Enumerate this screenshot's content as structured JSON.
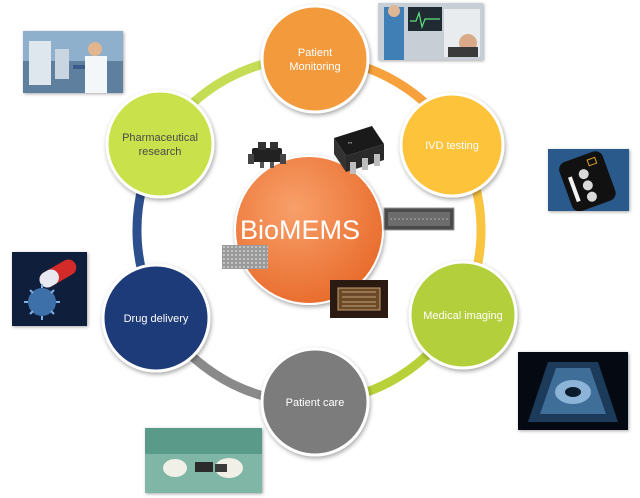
{
  "diagram": {
    "center": {
      "label": "BioMEMS",
      "color": "#ee7d3a"
    },
    "nodes": [
      {
        "label_lines": [
          "Patient",
          "Monitoring"
        ],
        "color": "#f39a3c",
        "text_color": "#ffffff"
      },
      {
        "label_lines": [
          "IVD testing"
        ],
        "color": "#fcc33a",
        "text_color": "#ffffff"
      },
      {
        "label_lines": [
          "Medical imaging"
        ],
        "color": "#b3cf3b",
        "text_color": "#ffffff"
      },
      {
        "label_lines": [
          "Patient care"
        ],
        "color": "#7b7b7b",
        "text_color": "#ffffff"
      },
      {
        "label_lines": [
          "Drug delivery"
        ],
        "color": "#1e3a78",
        "text_color": "#ffffff"
      },
      {
        "label_lines": [
          "Pharmaceutical",
          "research"
        ],
        "color": "#c9e14b",
        "text_color": "#4a4a4a"
      }
    ],
    "ring_colors": [
      "#f6a13c",
      "#f9c440",
      "#b8d138",
      "#8a8a8a",
      "#2e4f8e",
      "#c4dd54"
    ]
  },
  "photos": {
    "lab": "lab-researcher-photo",
    "monitoring": "patient-monitor-photo",
    "ivd": "ivd-test-cartridge-photo",
    "drug": "drug-capsule-virus-photo",
    "imaging": "ultrasound-image-photo",
    "care": "surgeons-handling-device-photo"
  }
}
